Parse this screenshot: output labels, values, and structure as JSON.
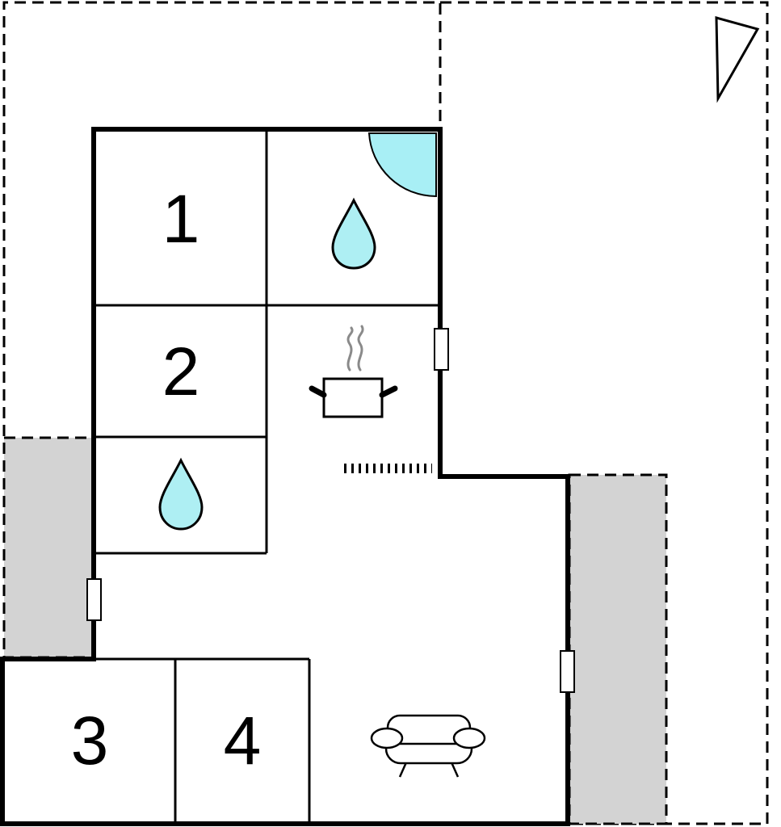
{
  "rooms": [
    {
      "id": "room-1",
      "label": "1"
    },
    {
      "id": "room-2",
      "label": "2"
    },
    {
      "id": "room-3",
      "label": "3"
    },
    {
      "id": "room-4",
      "label": "4"
    }
  ],
  "icons": {
    "bathroom": "water-drop-icon",
    "kitchen": "cooking-pot-icon",
    "living": "sofa-icon",
    "north": "north-arrow-icon",
    "door": "door-swing-icon",
    "window": "window-icon"
  },
  "colors": {
    "wall": "#000000",
    "water": "#aeeff3",
    "door": "#a8eff5",
    "terrace": "#d3d3d3",
    "steam": "#8a8a8a"
  }
}
